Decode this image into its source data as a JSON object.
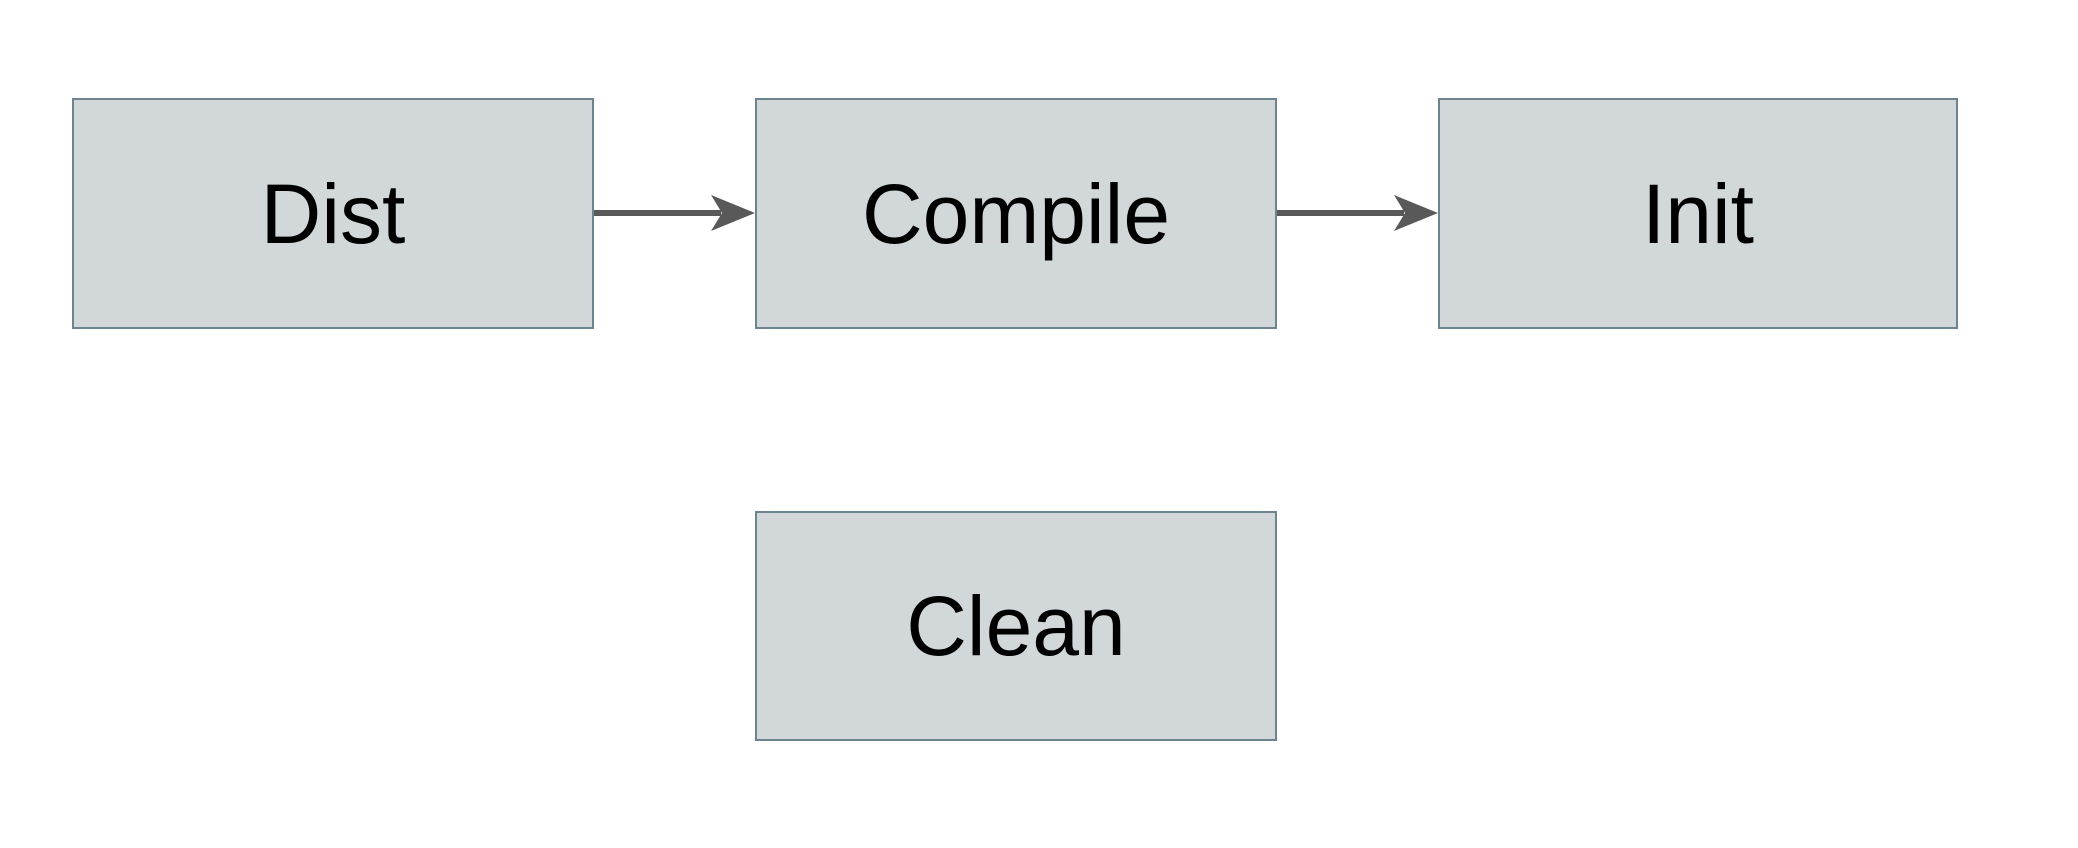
{
  "diagram": {
    "colors": {
      "canvas_bg": "#ffffff",
      "node_fill": "#d2d8da",
      "node_border": "#6d838f",
      "arrow_color": "#595959",
      "text_color": "#000000"
    },
    "nodes": [
      {
        "id": "dist",
        "label": "Dist"
      },
      {
        "id": "compile",
        "label": "Compile"
      },
      {
        "id": "init",
        "label": "Init"
      },
      {
        "id": "clean",
        "label": "Clean"
      }
    ],
    "edges": [
      {
        "from": "dist",
        "to": "compile"
      },
      {
        "from": "compile",
        "to": "init"
      }
    ]
  }
}
